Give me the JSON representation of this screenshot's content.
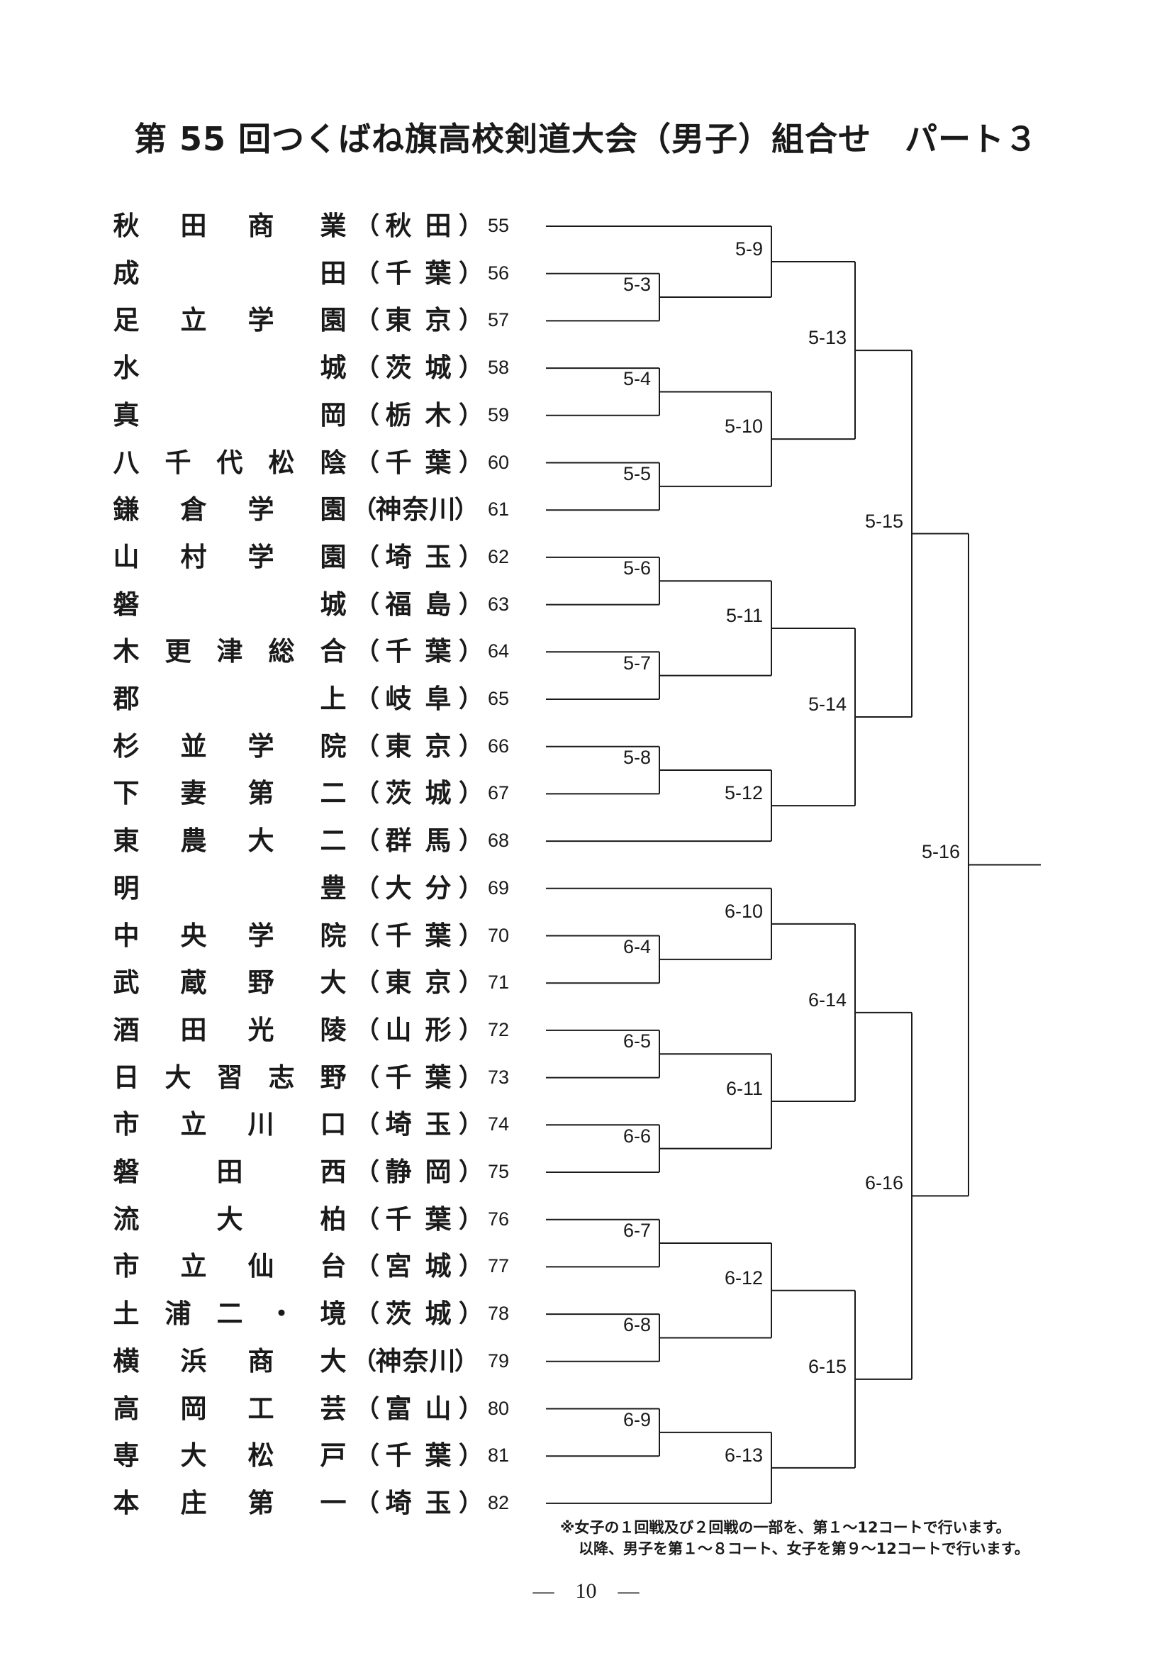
{
  "title": "第 55 回つくばね旗高校剣道大会（男子）組合せ　パート３",
  "schools": [
    {
      "no": "55",
      "name": "秋田商業",
      "pref": "秋田"
    },
    {
      "no": "56",
      "name": "成田",
      "pref": "千葉"
    },
    {
      "no": "57",
      "name": "足立学園",
      "pref": "東京"
    },
    {
      "no": "58",
      "name": "水城",
      "pref": "茨城"
    },
    {
      "no": "59",
      "name": "真岡",
      "pref": "栃木"
    },
    {
      "no": "60",
      "name": "八千代松陰",
      "pref": "千葉"
    },
    {
      "no": "61",
      "name": "鎌倉学園",
      "pref": "神奈川"
    },
    {
      "no": "62",
      "name": "山村学園",
      "pref": "埼玉"
    },
    {
      "no": "63",
      "name": "磐城",
      "pref": "福島"
    },
    {
      "no": "64",
      "name": "木更津総合",
      "pref": "千葉"
    },
    {
      "no": "65",
      "name": "郡上",
      "pref": "岐阜"
    },
    {
      "no": "66",
      "name": "杉並学院",
      "pref": "東京"
    },
    {
      "no": "67",
      "name": "下妻第二",
      "pref": "茨城"
    },
    {
      "no": "68",
      "name": "東農大二",
      "pref": "群馬"
    },
    {
      "no": "69",
      "name": "明豊",
      "pref": "大分"
    },
    {
      "no": "70",
      "name": "中央学院",
      "pref": "千葉"
    },
    {
      "no": "71",
      "name": "武蔵野大",
      "pref": "東京"
    },
    {
      "no": "72",
      "name": "酒田光陵",
      "pref": "山形"
    },
    {
      "no": "73",
      "name": "日大習志野",
      "pref": "千葉"
    },
    {
      "no": "74",
      "name": "市立川口",
      "pref": "埼玉"
    },
    {
      "no": "75",
      "name": "磐田西",
      "pref": "静岡"
    },
    {
      "no": "76",
      "name": "流大柏",
      "pref": "千葉"
    },
    {
      "no": "77",
      "name": "市立仙台",
      "pref": "宮城"
    },
    {
      "no": "78",
      "name": "土浦二・境",
      "pref": "茨城"
    },
    {
      "no": "79",
      "name": "横浜商大",
      "pref": "神奈川"
    },
    {
      "no": "80",
      "name": "高岡工芸",
      "pref": "富山"
    },
    {
      "no": "81",
      "name": "専大松戸",
      "pref": "千葉"
    },
    {
      "no": "82",
      "name": "本庄第一",
      "pref": "埼玉"
    }
  ],
  "matches": [
    {
      "id": "5-3",
      "a": "56",
      "b": "57"
    },
    {
      "id": "5-4",
      "a": "58",
      "b": "59"
    },
    {
      "id": "5-5",
      "a": "60",
      "b": "61"
    },
    {
      "id": "5-6",
      "a": "62",
      "b": "63"
    },
    {
      "id": "5-7",
      "a": "64",
      "b": "65"
    },
    {
      "id": "5-8",
      "a": "66",
      "b": "67"
    },
    {
      "id": "6-4",
      "a": "70",
      "b": "71"
    },
    {
      "id": "6-5",
      "a": "72",
      "b": "73"
    },
    {
      "id": "6-6",
      "a": "74",
      "b": "75"
    },
    {
      "id": "6-7",
      "a": "76",
      "b": "77"
    },
    {
      "id": "6-8",
      "a": "78",
      "b": "79"
    },
    {
      "id": "6-9",
      "a": "80",
      "b": "81"
    },
    {
      "id": "5-9",
      "a": "55",
      "b": "5-3"
    },
    {
      "id": "5-10",
      "a": "5-4",
      "b": "5-5"
    },
    {
      "id": "5-11",
      "a": "5-6",
      "b": "5-7"
    },
    {
      "id": "5-12",
      "a": "5-8",
      "b": "68"
    },
    {
      "id": "6-10",
      "a": "69",
      "b": "6-4"
    },
    {
      "id": "6-11",
      "a": "6-5",
      "b": "6-6"
    },
    {
      "id": "6-12",
      "a": "6-7",
      "b": "6-8"
    },
    {
      "id": "6-13",
      "a": "6-9",
      "b": "82"
    },
    {
      "id": "5-13",
      "a": "5-9",
      "b": "5-10"
    },
    {
      "id": "5-14",
      "a": "5-11",
      "b": "5-12"
    },
    {
      "id": "6-14",
      "a": "6-10",
      "b": "6-11"
    },
    {
      "id": "6-15",
      "a": "6-12",
      "b": "6-13"
    },
    {
      "id": "5-15",
      "a": "5-13",
      "b": "5-14"
    },
    {
      "id": "6-16",
      "a": "6-14",
      "b": "6-15"
    },
    {
      "id": "5-16",
      "a": "5-15",
      "b": "6-16"
    }
  ],
  "notes": [
    "※女子の１回戦及び２回戦の一部を、第１～12コートで行います。",
    "以降、男子を第１～８コート、女子を第９～12コートで行います。"
  ],
  "page_number": "―　10　―"
}
